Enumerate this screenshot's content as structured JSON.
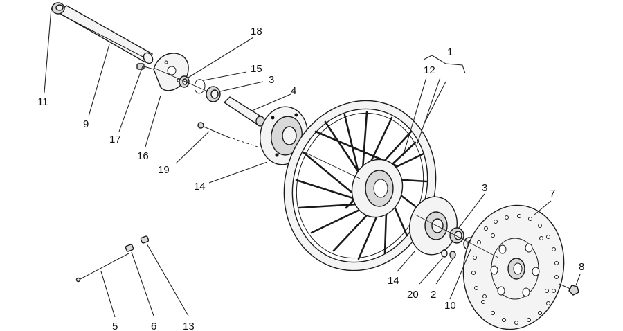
{
  "callouts": {
    "c1": "1",
    "c12": "12",
    "c18": "18",
    "c15": "15",
    "c3a": "3",
    "c4": "4",
    "c11": "11",
    "c9": "9",
    "c17": "17",
    "c16": "16",
    "c19": "19",
    "c14a": "14",
    "c3b": "3",
    "c7": "7",
    "c14b": "14",
    "c20": "20",
    "c2": "2",
    "c10": "10",
    "c8": "8",
    "c5": "5",
    "c6": "6",
    "c13": "13"
  }
}
